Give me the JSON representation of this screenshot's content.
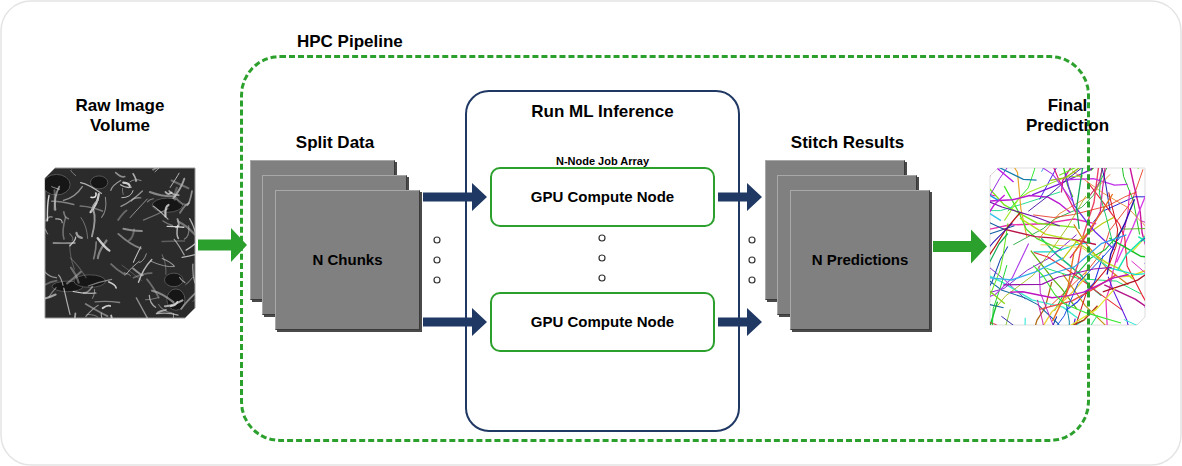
{
  "diagram": {
    "nodes": [
      {
        "text": [
          "Raw Image Volume"
        ]
      },
      {
        "text": [
          "HPC Pipeline"
        ]
      },
      {
        "text": [
          "Split Data",
          "N Chunks"
        ],
        "in": 1
      },
      {
        "text": [
          "Run ML Inference",
          "N-Node Job Array"
        ],
        "in": 1
      },
      {
        "text": [
          "GPU Compute Node"
        ],
        "in": 3
      },
      {
        "text": [
          "GPU Compute Node"
        ],
        "in": 3
      },
      {
        "text": [
          "Stitch Results",
          "N Predictions"
        ],
        "in": 1
      },
      {
        "text": [
          "Final Prediction"
        ]
      }
    ],
    "edges": [
      {
        "from": 0,
        "to": 2,
        "arrow": "to"
      },
      {
        "from": 2,
        "to": 4,
        "arrow": "to"
      },
      {
        "from": 2,
        "to": 5,
        "arrow": "to"
      },
      {
        "from": 4,
        "to": 6,
        "arrow": "to"
      },
      {
        "from": 5,
        "to": 6,
        "arrow": "to"
      },
      {
        "from": 6,
        "to": 7,
        "arrow": "to"
      }
    ]
  }
}
